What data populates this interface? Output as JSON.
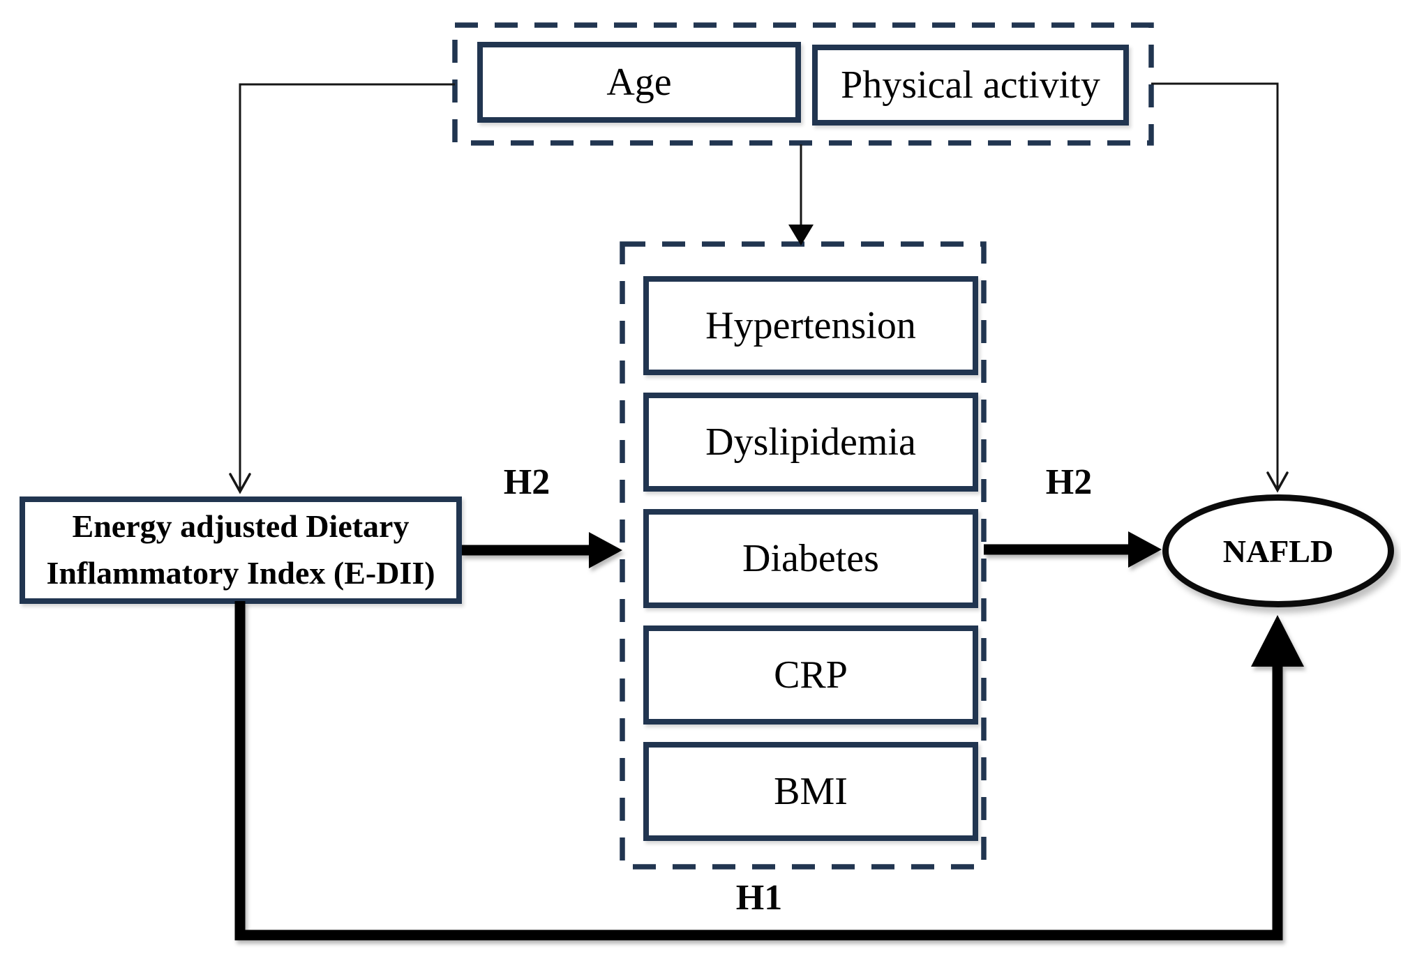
{
  "colors": {
    "navy": "#213550",
    "black": "#0d0d0d"
  },
  "confounders_group": {
    "items": [
      {
        "label": "Age"
      },
      {
        "label": "Physical activity"
      }
    ]
  },
  "exposure": {
    "label": "Energy adjusted Dietary Inflammatory Index (E-DII)"
  },
  "mediators_group": {
    "items": [
      {
        "label": "Hypertension"
      },
      {
        "label": "Dyslipidemia"
      },
      {
        "label": "Diabetes"
      },
      {
        "label": "CRP"
      },
      {
        "label": "BMI"
      }
    ]
  },
  "outcome": {
    "label": "NAFLD"
  },
  "labels": {
    "h2_left": "H2",
    "h2_right": "H2",
    "h1": "H1"
  }
}
